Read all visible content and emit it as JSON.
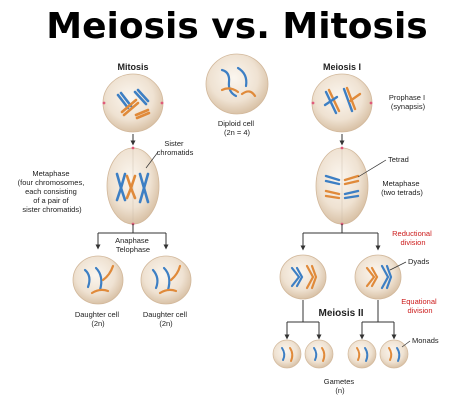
{
  "title": "Meiosis vs. Mitosis",
  "mitosis": {
    "header": "Mitosis",
    "sister_chromatids": [
      "Sister",
      "chromatids"
    ],
    "metaphase": [
      "Metaphase",
      "(four chromosomes,",
      "each consisting",
      "of a pair of",
      "sister chromatids)"
    ],
    "anaphase_telophase": [
      "Anaphase",
      "Telophase"
    ],
    "daughter_cell_left": [
      "Daughter cell",
      "(2n)"
    ],
    "daughter_cell_right": [
      "Daughter cell",
      "(2n)"
    ]
  },
  "diploid": {
    "label": [
      "Diploid cell",
      "(2n = 4)"
    ]
  },
  "meiosis": {
    "header_1": "Meiosis I",
    "prophase": [
      "Prophase I",
      "(synapsis)"
    ],
    "tetrad": "Tetrad",
    "metaphase": [
      "Metaphase",
      "(two tetrads)"
    ],
    "reductional": [
      "Reductional",
      "division"
    ],
    "dyads": "Dyads",
    "equational": [
      "Equational",
      "division"
    ],
    "header_2": "Meiosis II",
    "monads": "Monads",
    "gametes": [
      "Gametes",
      "(n)"
    ]
  },
  "colors": {
    "cell_fill": "#efe3d4",
    "cell_edge": "#d7c2aa",
    "chromosome_blue": "#3d7fc4",
    "chromosome_orange": "#e08a3a",
    "reductional_red": "#cc1b1b"
  }
}
